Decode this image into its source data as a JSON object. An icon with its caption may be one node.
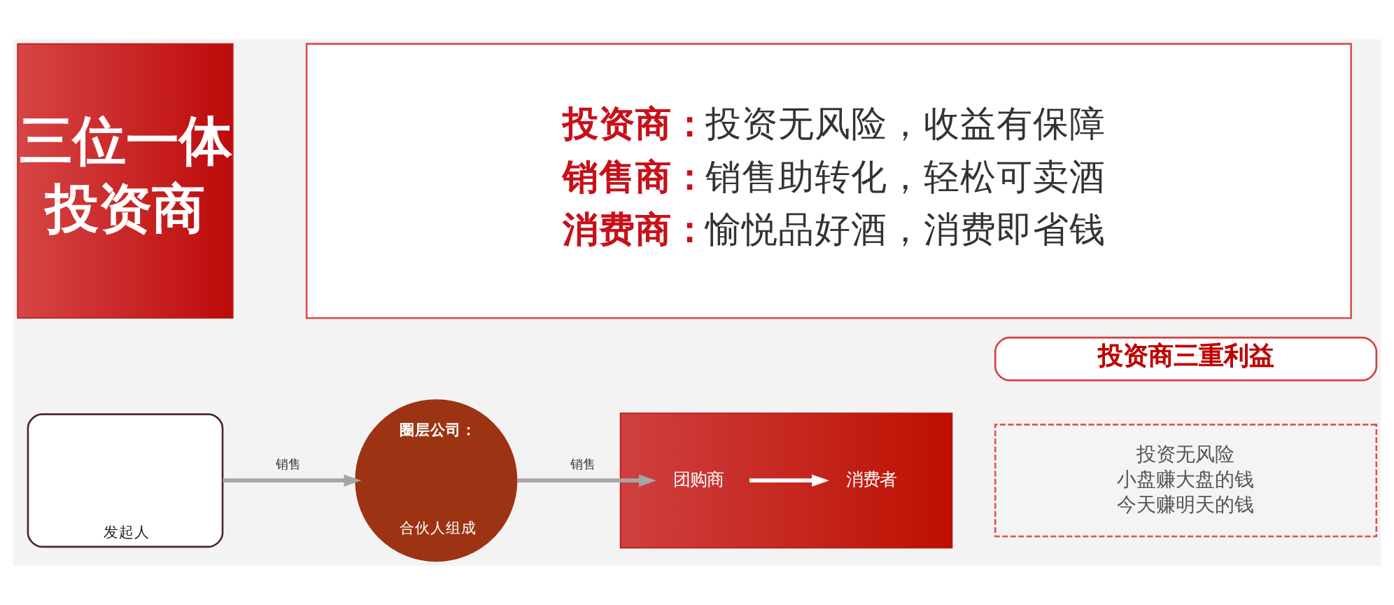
{
  "diagram": {
    "nodes": [
      {
        "text": [
          "三位一体",
          "投资商"
        ]
      },
      {
        "text": [
          "**投资商：**投资无风险，收益有保障",
          "**销售商：**销售助转化，轻松可卖酒",
          "**消费商：**愉悦品好酒，消费即省钱"
        ]
      },
      {
        "text": [
          "发起人"
        ]
      },
      {
        "text": [
          "圈层公司：",
          "合伙人组成"
        ]
      },
      {
        "text": [],
        "shape": "box"
      },
      {
        "text": [
          "团购商"
        ],
        "in": 4
      },
      {
        "text": [
          "消费者"
        ],
        "in": 4
      },
      {
        "text": [
          "投资商三重利益"
        ]
      },
      {
        "text": [
          "投资无风险",
          "小盘赚大盘的钱",
          "今天赚明天的钱"
        ]
      }
    ],
    "edges": [
      {
        "from": 2,
        "to": 3,
        "arrow": "to",
        "label": "销售"
      },
      {
        "from": 3,
        "to": 5,
        "arrow": "to",
        "label": "销售"
      },
      {
        "from": 5,
        "to": 6,
        "arrow": "to",
        "color": "#ffffff"
      }
    ]
  }
}
